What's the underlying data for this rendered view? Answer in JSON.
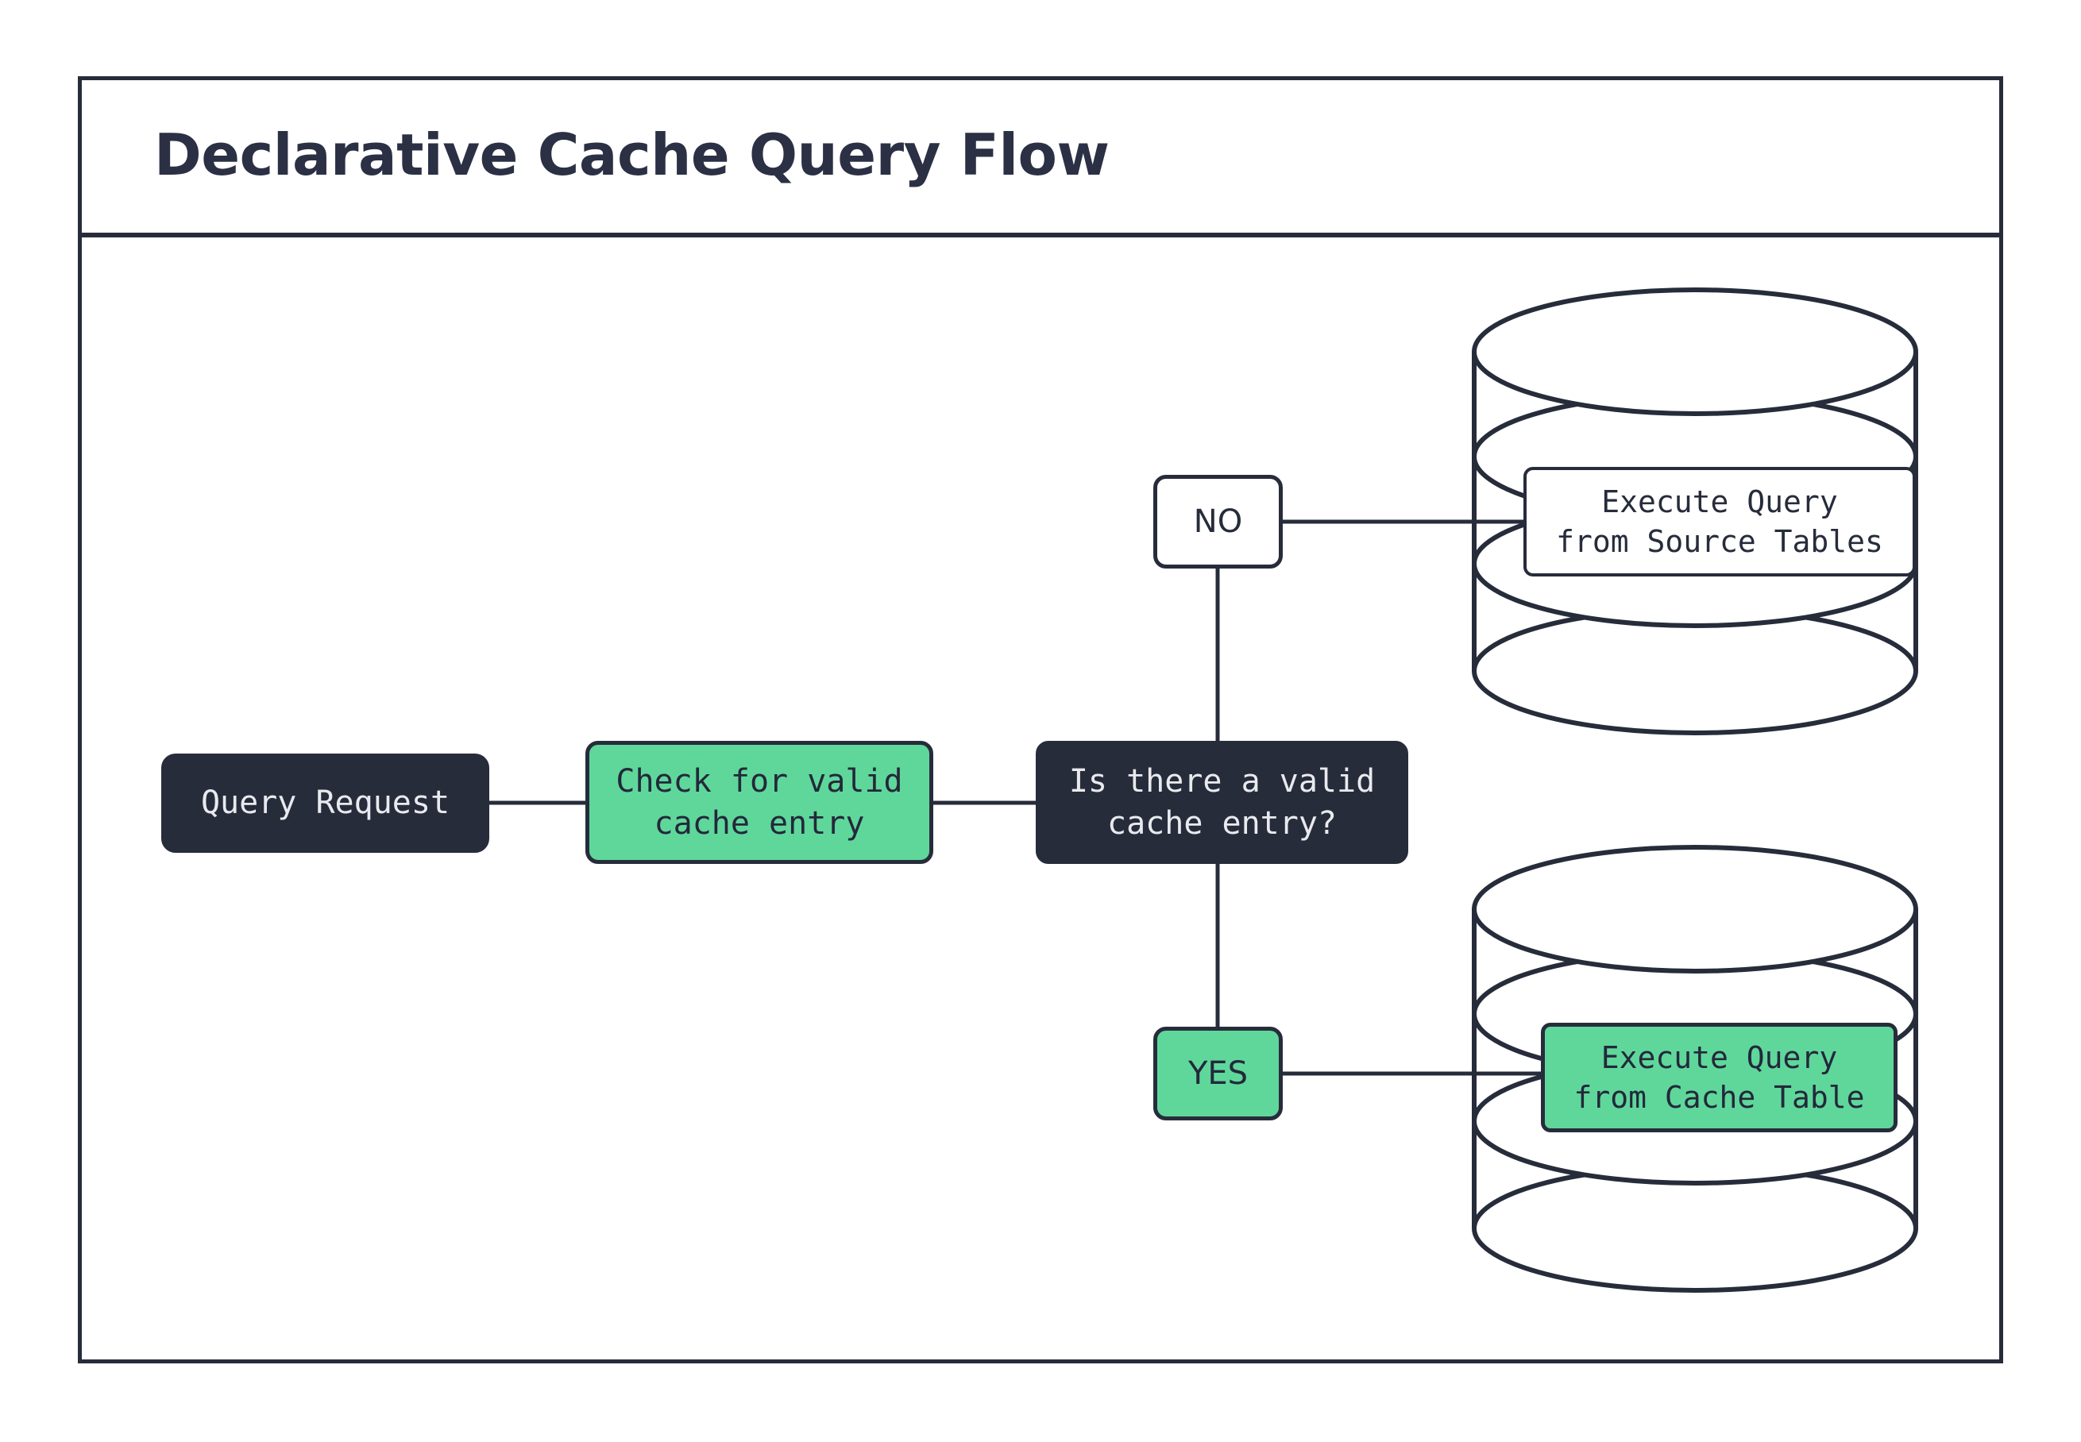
{
  "diagram": {
    "title": "Declarative Cache Query Flow",
    "colors": {
      "dark": "#272C3B",
      "green": "#5FD79B",
      "white": "#FFFFFF",
      "title_text": "#2B3044",
      "dark_node_text": "#E9EAEE"
    },
    "nodes": {
      "query_request": {
        "label": "Query Request",
        "style": "dark"
      },
      "check_cache": {
        "label": "Check for valid\ncache entry",
        "style": "green"
      },
      "decision": {
        "label": "Is there a valid\ncache entry?",
        "style": "dark"
      },
      "branch_no": {
        "label": "NO",
        "style": "white"
      },
      "branch_yes": {
        "label": "YES",
        "style": "green"
      },
      "exec_source": {
        "label": "Execute Query\nfrom Source Tables",
        "style": "white"
      },
      "exec_cache": {
        "label": "Execute Query\nfrom Cache Table",
        "style": "green"
      }
    },
    "databases": {
      "source_tables": {
        "name": "source-tables-database-cylinder"
      },
      "cache_table": {
        "name": "cache-table-database-cylinder"
      }
    },
    "edges": [
      {
        "from": "query_request",
        "to": "check_cache",
        "label": ""
      },
      {
        "from": "check_cache",
        "to": "decision",
        "label": ""
      },
      {
        "from": "decision",
        "to": "branch_no",
        "label": "NO"
      },
      {
        "from": "decision",
        "to": "branch_yes",
        "label": "YES"
      },
      {
        "from": "branch_no",
        "to": "exec_source",
        "label": ""
      },
      {
        "from": "branch_yes",
        "to": "exec_cache",
        "label": ""
      }
    ]
  }
}
